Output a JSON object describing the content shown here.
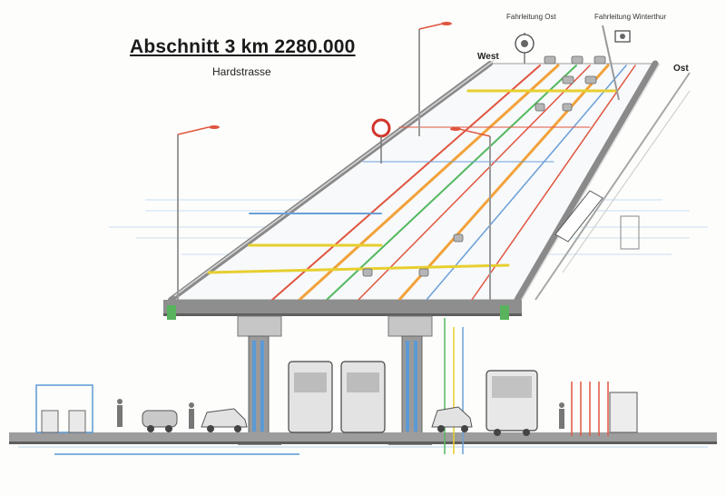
{
  "diagram": {
    "title": "Abschnitt 3  km 2280.000",
    "subtitle": "Hardstrasse",
    "direction_west": "West",
    "direction_east": "Ost",
    "camera_left_label": "Fahrleitung Ost",
    "camera_right_label": "Fahrleitung Winterthur",
    "colors": {
      "deck": "#a9a9a9",
      "red_cable": "#e0553f",
      "orange_cable": "#f2a23a",
      "yellow_cable": "#e7cf2f",
      "green_cable": "#54b85f",
      "blue_cable": "#6b9fd6",
      "pier": "#9a9a9a",
      "ground": "#8d8d8d"
    },
    "icons": [
      "camera-icon",
      "no-entry-sign-icon",
      "street-lamp-icon",
      "car-icon",
      "bus-icon",
      "tram-icon",
      "person-icon"
    ]
  }
}
